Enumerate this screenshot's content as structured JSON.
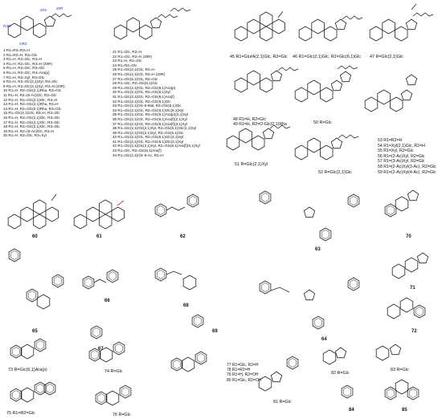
{
  "colors": {
    "bond": "#222222",
    "oxygen": "#c81e1e",
    "rgroup": "#1f3ea8",
    "text": "#111111"
  },
  "row1": {
    "top_labels": {
      "r3o": "R3O",
      "s20": "20S",
      "r20": "20R",
      "or2": "OR2"
    },
    "r1_series": [
      "1 R1=R2=R3=H",
      "2 R1=R2=H, R3=Glc",
      "3 R1=H, R2=Glc, R3=H",
      "4 R1=H, R2=Glc, R3=H (20R)",
      "5 R1=H, R2=Glc, R3=Glc",
      "6 R1=H, R2=Glc, R3=Ara(p)",
      "7 R1=H, R2=Xyl, R3=Glc",
      "8 R1=H, R2=Glc(2,1)Xyl, R3=Glc",
      "9 R1=H, R2=Glc(2,1)Xyl, R3=H (20R)",
      "10 R1=H, R2=Glc(2,1)Rha, R3=Glc",
      "11 R1=H, R2=(6-Ac)Glc, R3=Glc",
      "12 R1=H, R2=Glc(2,1)Glc, R3=H",
      "13 R1=H, R2=Glc(2,1)Rha, R3=H",
      "14 R1=H, R2=Glc(2,1)Rha, R3=Glc",
      "15 R1=Glc(2,1)Glc, R2=H, R3=Glc",
      "16 R1=H, R2=Glc(2,1)Glc, R3=Glc",
      "17 R1=H, R2=Glc(4,1)Glc, R3=Glc",
      "18 R1=H, R2=Glc(2,1)Glc, R3=Glc",
      "19 R1=H, R2=(6-Ac)Glc, R3=H",
      "20 R1=H, R2=Glc, R3=Xyl"
    ],
    "r21_series": [
      "21 R1=Glc, R2=H",
      "22 R1=Glc, R2=H (20R)",
      "23 R1=H, R2=Glc",
      "24 R1=R2=Glc",
      "25 R1=Glc(2,1)Glc, R2=H",
      "26 R1=Glc(2,1)Glc, R2=H (20R)",
      "27 R1=Glc(6,1)Glc, R2=Glc",
      "28 R1=Glc, R2=Glc(6,1)Glc",
      "29 R1=Glc(2,1)Glc, R2=Glc(6,1)Ara(p)",
      "30 R1=Glc(2,1)Glc, R2=Glc(6,1)Xyl",
      "31 R1=Glc(2,1)Glc, R2=Glc(6,1)Ara(f)",
      "32 R1=Glc(2,1)Glc, R2=Glc(6,1)Glc",
      "33 R1=Glc(2,1)Glc-6-Mal, R2=Glc(6,1)Glc",
      "34 R1=Glc(2,1)Glc, R2=Glc(6,1)Glc(6,1)Xyl",
      "35 R1=Glc(2,1)Glc, R2=Glc(6,1)Ara(p)(4,1)Xyl",
      "36 R1=Glc(2,1)Glc, R2=Glc(6,1)Ara(f)(2,1)Xyl",
      "37 R1=Glc(2,1)Glc, R2=Glc(6,1)Ara(f)(3,1)Xyl",
      "38 R1=Glc(2,1)Glc(2,1)Xyl, R2=Glc(6,1)Glc(3,1)Xyl",
      "39 R1=Glc(2,1)Glc(2,1)Xyl, R2=Glc(6,1)Glc",
      "40 R1=Glc(2,1)Glc, R2=Glc(6,1)Glc(3,1)Xyl",
      "41 R1=Glc(2,1)Glc, R2=Glc(6,1)Glc(3,1)Xyl",
      "42 R1=Glc(2,1)Glc(2,1)Xyl, R2=Glc(6,1)Ara(f)(5,1)Xyl",
      "43 R1=Glc, R2=Glc(6,1)Ara(f)",
      "44 R1=Glc(2,1)Glc-6-Ac, R2=H"
    ],
    "c45": "45 R1=GlurA(2,1)Glc, R2=Glc",
    "c46": "46 R1=Glc(2,1)Glc, R2=Glc(6,1)Glc",
    "c47": "47 R=Glc(2,1)Glc"
  },
  "row2": {
    "c48": "48 R1=H, R2=Glc",
    "c49": "49 R1=H, R2=O-Glc(2,1)Rha",
    "c50": "50 R=Glc",
    "c51": "51 R=Glc(2,1)Xyl",
    "c52": "52 R=Glc(2,1)Glc",
    "right_series": [
      "53 R1=R2=H",
      "54 R1=Xyl(2,1)Glc, R2=H",
      "55 R1=Xyl, R2=Glc",
      "56 R1=(2-Ac)Xyl, R2=Glc",
      "57 R1=(3-Ac)Xyl, R2=Glc",
      "58 R1=(2-Ac)Xyl(3-Ac), R2=Glc",
      "59 R1=(2-Ac)Xyl(4-Ac), R2=Glc"
    ]
  },
  "row3": {
    "n60": "60",
    "n61": "61",
    "n62": "62",
    "n63": "63",
    "n70": "70"
  },
  "row4": {
    "n65": "65",
    "n66": "66",
    "n67": "67",
    "n68": "68",
    "n69": "69",
    "n64": "64",
    "n71": "71",
    "n72": "72"
  },
  "row5": {
    "c73": "73 R=Glc(6,1)Ara(p)",
    "c74": "74 R=Glc",
    "c75": "75 R1=R2=Glc",
    "c76": "76 R=Glc",
    "r77_series": [
      "77 R1=Glc, R2=H",
      "78 R1=R2=H",
      "79 R1=H, R2=OH",
      "80 R1=Glc, R2=OH"
    ],
    "c81": "81 R=Glc",
    "c82": "82 R=Glc",
    "c83": "83 R=Glc",
    "n84": "84",
    "n85": "85"
  }
}
